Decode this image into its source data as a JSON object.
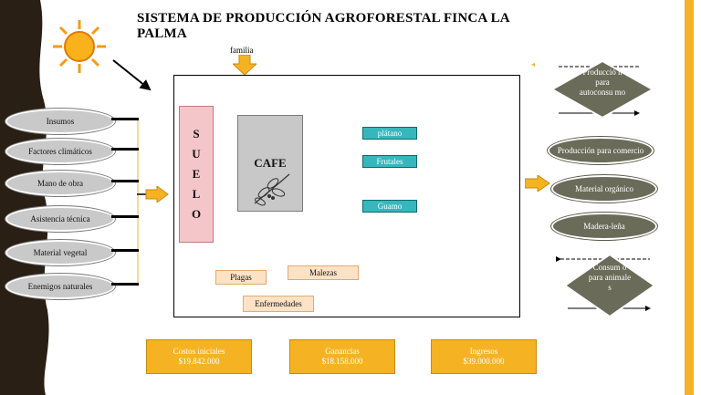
{
  "title": "SISTEMA DE PRODUCCIÓN AGROFORESTAL FINCA LA PALMA",
  "familia": "familia",
  "inputs": [
    {
      "label": "Insumos"
    },
    {
      "label": "Factores climáticos"
    },
    {
      "label": "Mano de obra"
    },
    {
      "label": "Asistencia técnica"
    },
    {
      "label": "Material vegetal"
    },
    {
      "label": "Enemigos naturales"
    }
  ],
  "suelo": [
    "S",
    "U",
    "E",
    "L",
    "O"
  ],
  "cafe": "CAFE",
  "crops": [
    "plátano",
    "Frutales",
    "Guamo"
  ],
  "problems": {
    "plagas": "Plagas",
    "malezas": "Malezas",
    "enfermedades": "Enfermedades"
  },
  "outputs": {
    "autoconsumo": "Producció n para autoconsu mo",
    "comercio": "Producción para comercio",
    "organico": "Material orgánico",
    "madera": "Madera-leña",
    "animales": "Consum o para animale s"
  },
  "costs": [
    {
      "label": "Costos iniciales",
      "value": "$19.842.000"
    },
    {
      "label": "Ganancias",
      "value": "$18.158.000"
    },
    {
      "label": "Ingresos",
      "value": "$39.000.000"
    }
  ],
  "colors": {
    "accent": "#f5b324",
    "teal": "#35b7bd",
    "suelo": "#f4c6c9",
    "output_fill": "#6b6b5a"
  }
}
